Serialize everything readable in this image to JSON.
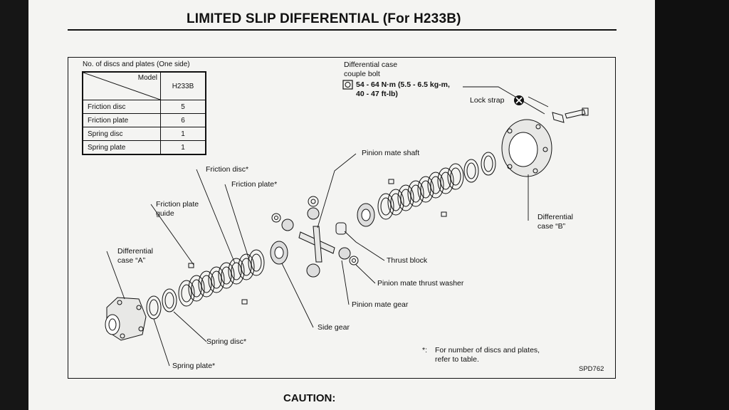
{
  "title": "LIMITED SLIP DIFFERENTIAL (For H233B)",
  "table": {
    "caption": "No. of discs and plates (One side)",
    "header_left": "Model",
    "header_right": "H233B",
    "rows": [
      {
        "name": "Friction disc",
        "value": "5"
      },
      {
        "name": "Friction plate",
        "value": "6"
      },
      {
        "name": "Spring disc",
        "value": "1"
      },
      {
        "name": "Spring plate",
        "value": "1"
      }
    ]
  },
  "bolt_label": {
    "line1": "Differential case",
    "line2": "couple bolt",
    "torque1": "54 - 64 N·m (5.5 - 6.5 kg-m,",
    "torque2": "40 - 47 ft-lb)"
  },
  "labels": {
    "lock_strap": "Lock strap",
    "pinion_mate_shaft": "Pinion mate shaft",
    "friction_disc": "Friction disc*",
    "friction_plate": "Friction plate*",
    "friction_plate_guide_1": "Friction plate",
    "friction_plate_guide_2": "guide",
    "diff_case_a_1": "Differential",
    "diff_case_a_2": "case “A”",
    "diff_case_b_1": "Differential",
    "diff_case_b_2": "case “B”",
    "thrust_block": "Thrust block",
    "pinion_mate_thrust_washer": "Pinion mate thrust washer",
    "pinion_mate_gear": "Pinion mate gear",
    "side_gear": "Side gear",
    "spring_disc": "Spring disc*",
    "spring_plate": "Spring plate*"
  },
  "footnote": {
    "mark": "*:",
    "line1": "For number of discs and plates,",
    "line2": "refer to table."
  },
  "figure_code": "SPD762",
  "caution": "CAUTION:"
}
